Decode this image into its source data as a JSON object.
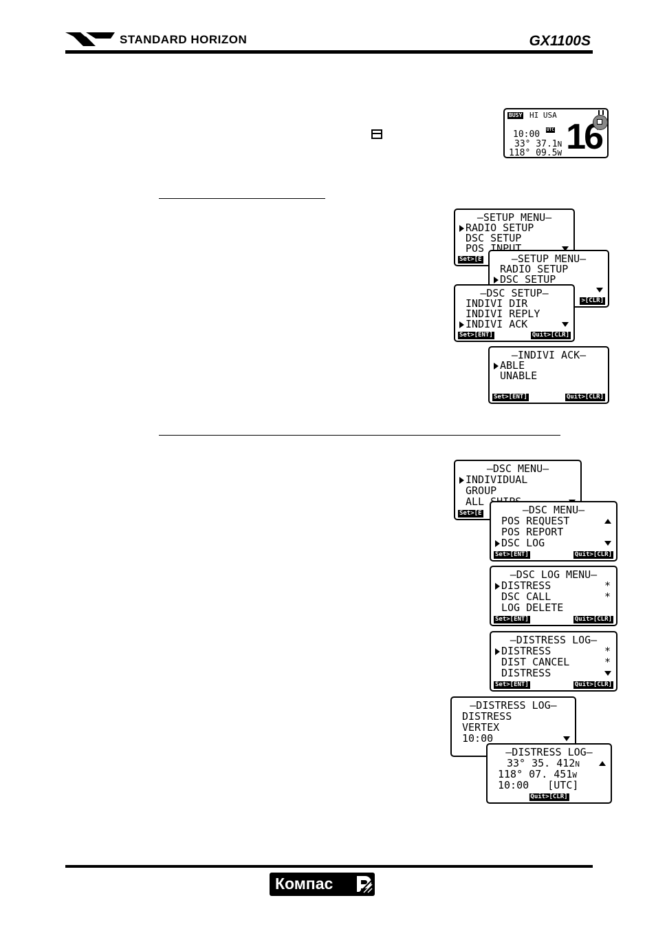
{
  "header": {
    "brand": "STANDARD HORIZON",
    "model": "GX1100S"
  },
  "status_display": {
    "busy": "BUSY",
    "region": "HI USA",
    "time": "10:00",
    "utc": "UTC",
    "lat": "33° 37.1",
    "lat_hemi": "N",
    "lon": "118° 09.5",
    "lon_hemi": "W",
    "channel": "16"
  },
  "screens": {
    "setup_menu_1": {
      "title": "–SETUP MENU–",
      "lines": [
        "RADIO SETUP",
        "DSC SETUP",
        "POS INPUT"
      ],
      "soft_left": "Set>[E"
    },
    "setup_menu_2": {
      "title": "–SETUP MENU–",
      "lines": [
        "RADIO SETUP",
        "DSC SETUP"
      ],
      "soft_right": ">[CLR]"
    },
    "dsc_setup": {
      "title": "–DSC SETUP–",
      "lines": [
        "INDIVI DIR",
        "INDIVI REPLY",
        "INDIVI ACK"
      ],
      "soft_left": "Set>[ENT]",
      "soft_right": "Quit>[CLR]"
    },
    "indivi_ack": {
      "title": "–INDIVI ACK–",
      "lines": [
        "ABLE",
        "UNABLE"
      ],
      "soft_left": "Set>[ENT]",
      "soft_right": "Quit>[CLR]"
    },
    "dsc_menu_1": {
      "title": "–DSC MENU–",
      "lines": [
        "INDIVIDUAL",
        "GROUP",
        "ALL SHIPS"
      ],
      "soft_left": "Set>[E"
    },
    "dsc_menu_2": {
      "title": "–DSC MENU–",
      "lines": [
        "POS REQUEST",
        "POS REPORT",
        "DSC LOG"
      ],
      "soft_left": "Set>[ENT]",
      "soft_right": "Quit>[CLR]"
    },
    "dsc_log_menu": {
      "title": "–DSC LOG MENU–",
      "lines": [
        "DISTRESS",
        "DSC CALL",
        "LOG DELETE"
      ],
      "marks": [
        "*",
        "*"
      ],
      "soft_left": "Set>[ENT]",
      "soft_right": "Quit>[CLR]"
    },
    "distress_log_1": {
      "title": "–DISTRESS LOG–",
      "lines": [
        "DISTRESS",
        "DIST CANCEL",
        "DISTRESS"
      ],
      "marks": [
        "*",
        "*"
      ],
      "soft_left": "Set>[ENT]",
      "soft_right": "Quit>[CLR]"
    },
    "distress_log_2": {
      "title": "–DISTRESS LOG–",
      "lines": [
        "DISTRESS",
        "VERTEX",
        "10:00"
      ]
    },
    "distress_log_3": {
      "title": "–DISTRESS LOG–",
      "lat": "33° 35. 412",
      "lat_hemi": "N",
      "lon": "118° 07. 451",
      "lon_hemi": "W",
      "time_line": "10:00   [UTC]",
      "soft_center": "Quit>[CLR]"
    }
  },
  "footer": {
    "logo_text": "Компас"
  }
}
